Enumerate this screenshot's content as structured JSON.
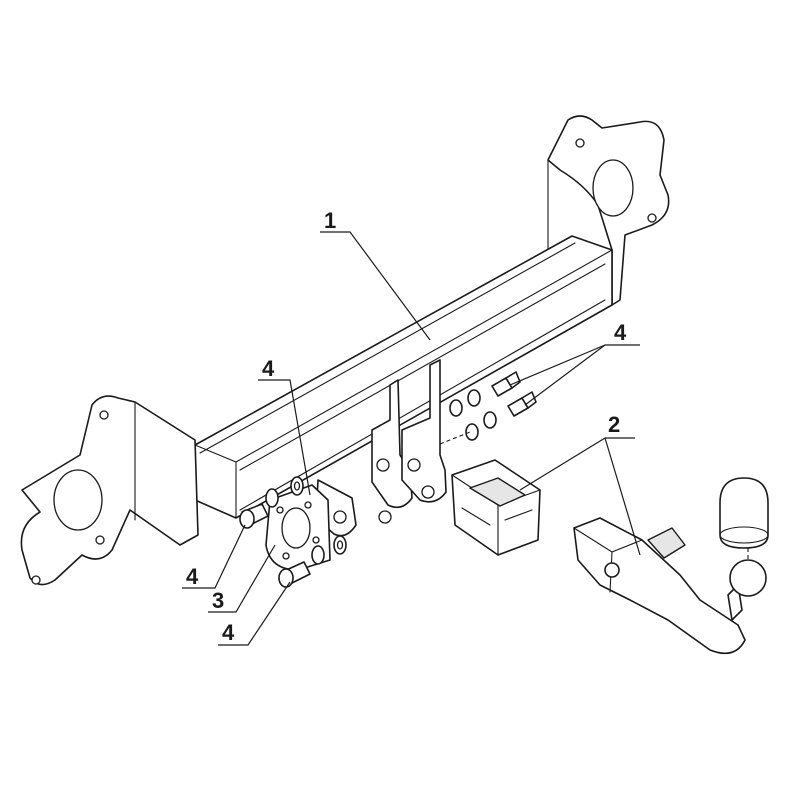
{
  "diagram": {
    "callouts": [
      {
        "id": "c1",
        "label": "1"
      },
      {
        "id": "c2",
        "label": "2"
      },
      {
        "id": "c3",
        "label": "3"
      },
      {
        "id": "c4a",
        "label": "4"
      },
      {
        "id": "c4b",
        "label": "4"
      },
      {
        "id": "c4c",
        "label": "4"
      },
      {
        "id": "c4d",
        "label": "4"
      }
    ]
  }
}
